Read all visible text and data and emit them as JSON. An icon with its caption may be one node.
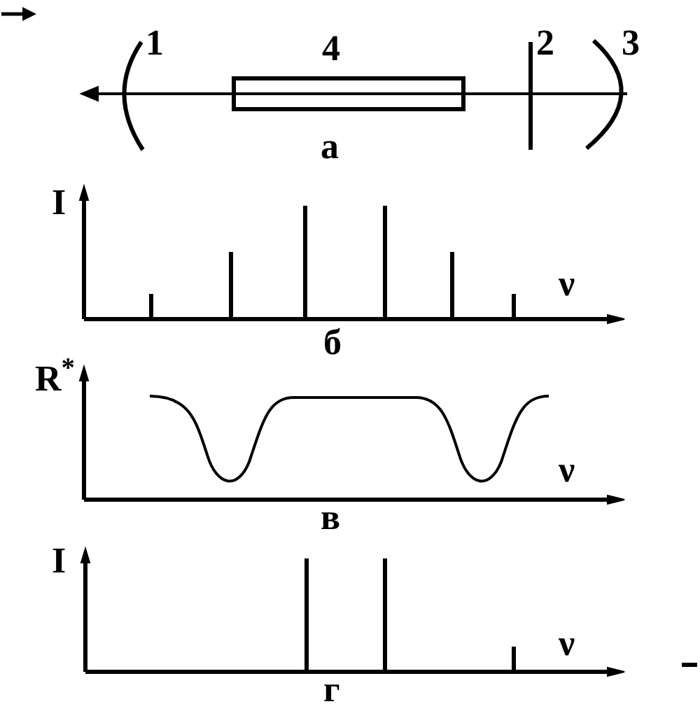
{
  "diagram": {
    "labels": [
      "1",
      "4",
      "2",
      "3",
      "а",
      "I",
      "ν",
      "б",
      "R$^{*}$",
      "ν",
      "в",
      "I",
      "ν",
      "г"
    ]
  }
}
